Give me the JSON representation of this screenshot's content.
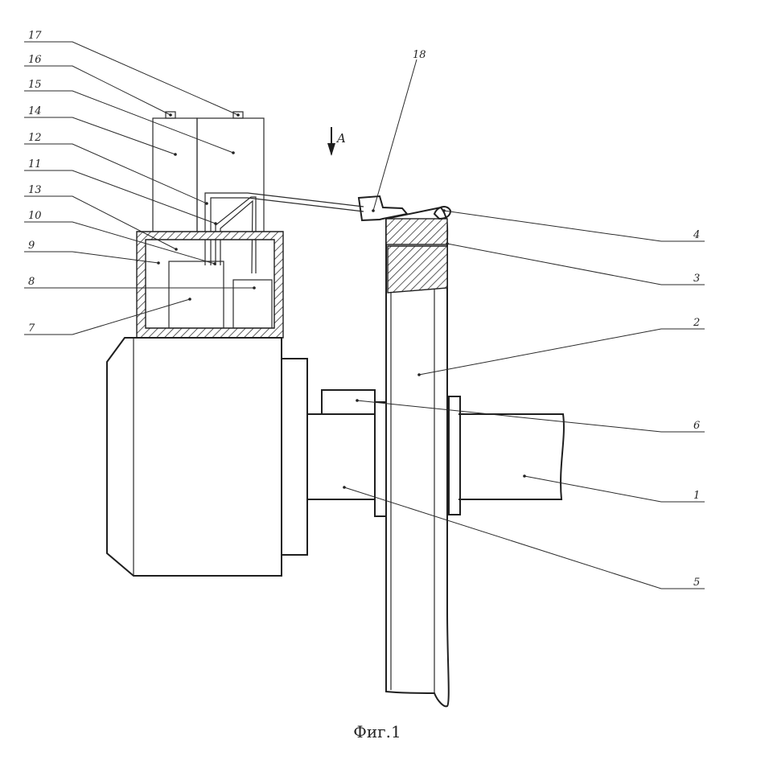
{
  "caption": "Фиг.1",
  "view_marker": "A",
  "labels": {
    "l1": "1",
    "l2": "2",
    "l3": "3",
    "l4": "4",
    "l5": "5",
    "l6": "6",
    "l7": "7",
    "l8": "8",
    "l9": "9",
    "l10": "10",
    "l11": "11",
    "l12": "12",
    "l13": "13",
    "l14": "14",
    "l15": "15",
    "l16": "16",
    "l17": "17",
    "l18": "18"
  }
}
